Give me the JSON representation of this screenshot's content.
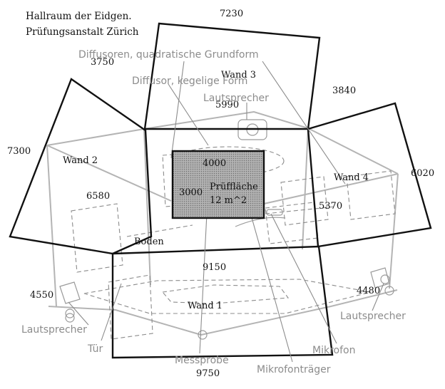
{
  "title": {
    "line1": "Hallraum der Eidgen.",
    "line2": "Prüfungsanstalt Zürich"
  },
  "dimensions": {
    "top_width": "7230",
    "left_upper": "3750",
    "right_upper": "3840",
    "wall3_height": "5990",
    "left_height": "7300",
    "right_height": "6020",
    "wall2_width": "6580",
    "wall4_width": "5370",
    "floor_depth": "9150",
    "left_low": "4550",
    "right_low": "4480",
    "bottom_width": "9750",
    "sample_width": "4000",
    "sample_depth": "3000"
  },
  "walls": {
    "wand1": "Wand 1",
    "wand2": "Wand 2",
    "wand3": "Wand 3",
    "wand4": "Wand 4",
    "boden": "Boden"
  },
  "sample": {
    "label1": "Prüffläche",
    "label2": "12 m^2"
  },
  "callouts": {
    "diffusoren": "Diffusoren, quadratische Grundform",
    "diffusor_kegel": "Diffusor, kegelige Form",
    "lautsprecher_top": "Lautsprecher",
    "lautsprecher_left": "Lautsprecher",
    "lautsprecher_right": "Lautsprecher",
    "tuer": "Tür",
    "messprobe": "Messprobe",
    "mikrofon": "Mikrofon",
    "mikrofontraeger": "Mikrofonträger"
  },
  "colors": {
    "outline": "#111111",
    "annotation": "#8c8c8c",
    "sample_fill": "#9a9a9a"
  }
}
